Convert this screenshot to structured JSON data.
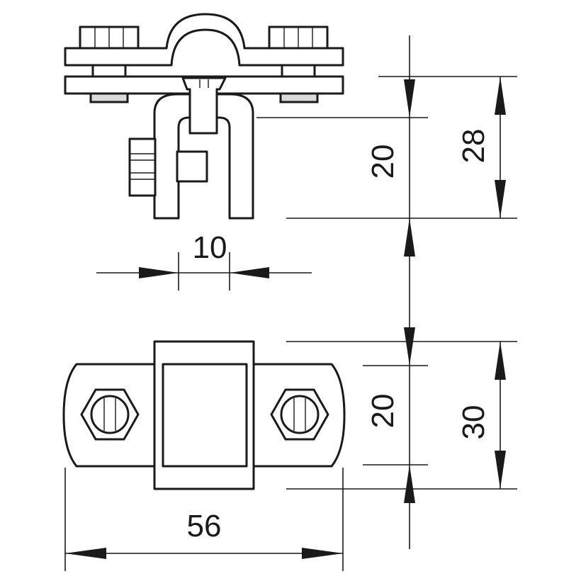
{
  "dimensions": {
    "side_height_inner": "20",
    "side_height_total": "28",
    "slot_width": "10",
    "top_width_inner": "20",
    "top_width_total": "30",
    "overall_length": "56"
  }
}
